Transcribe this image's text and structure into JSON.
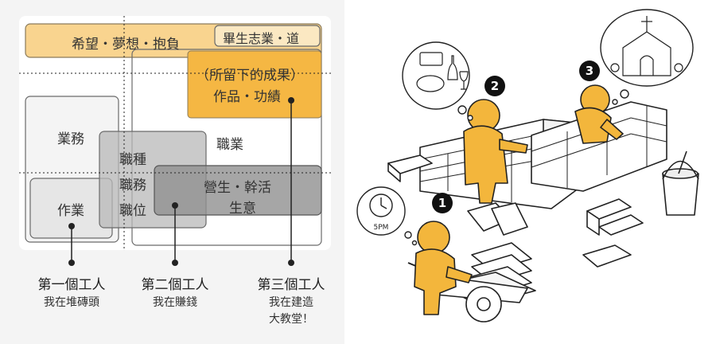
{
  "diagram": {
    "top_bar": "希望・夢想・抱負",
    "top_bar_tag": "畢生志業・道",
    "legacy_line1": "（所留下的成果）",
    "legacy_line2": "作品・功績",
    "business": "業務",
    "task": "作業",
    "job_type": "職種",
    "duty": "職務",
    "position": "職位",
    "profession": "職業",
    "livelihood_line1": "營生・幹活",
    "livelihood_line2": "生意",
    "workers": [
      {
        "title": "第一個工人",
        "quote": [
          "我在堆磚頭"
        ]
      },
      {
        "title": "第二個工人",
        "quote": [
          "我在賺錢"
        ]
      },
      {
        "title": "第三個工人",
        "quote": [
          "我在建造",
          "大教堂！"
        ]
      }
    ]
  },
  "illustration": {
    "badges": [
      "1",
      "2",
      "3"
    ],
    "clock_label": "5PM",
    "accent_color": "#f3b63c"
  }
}
